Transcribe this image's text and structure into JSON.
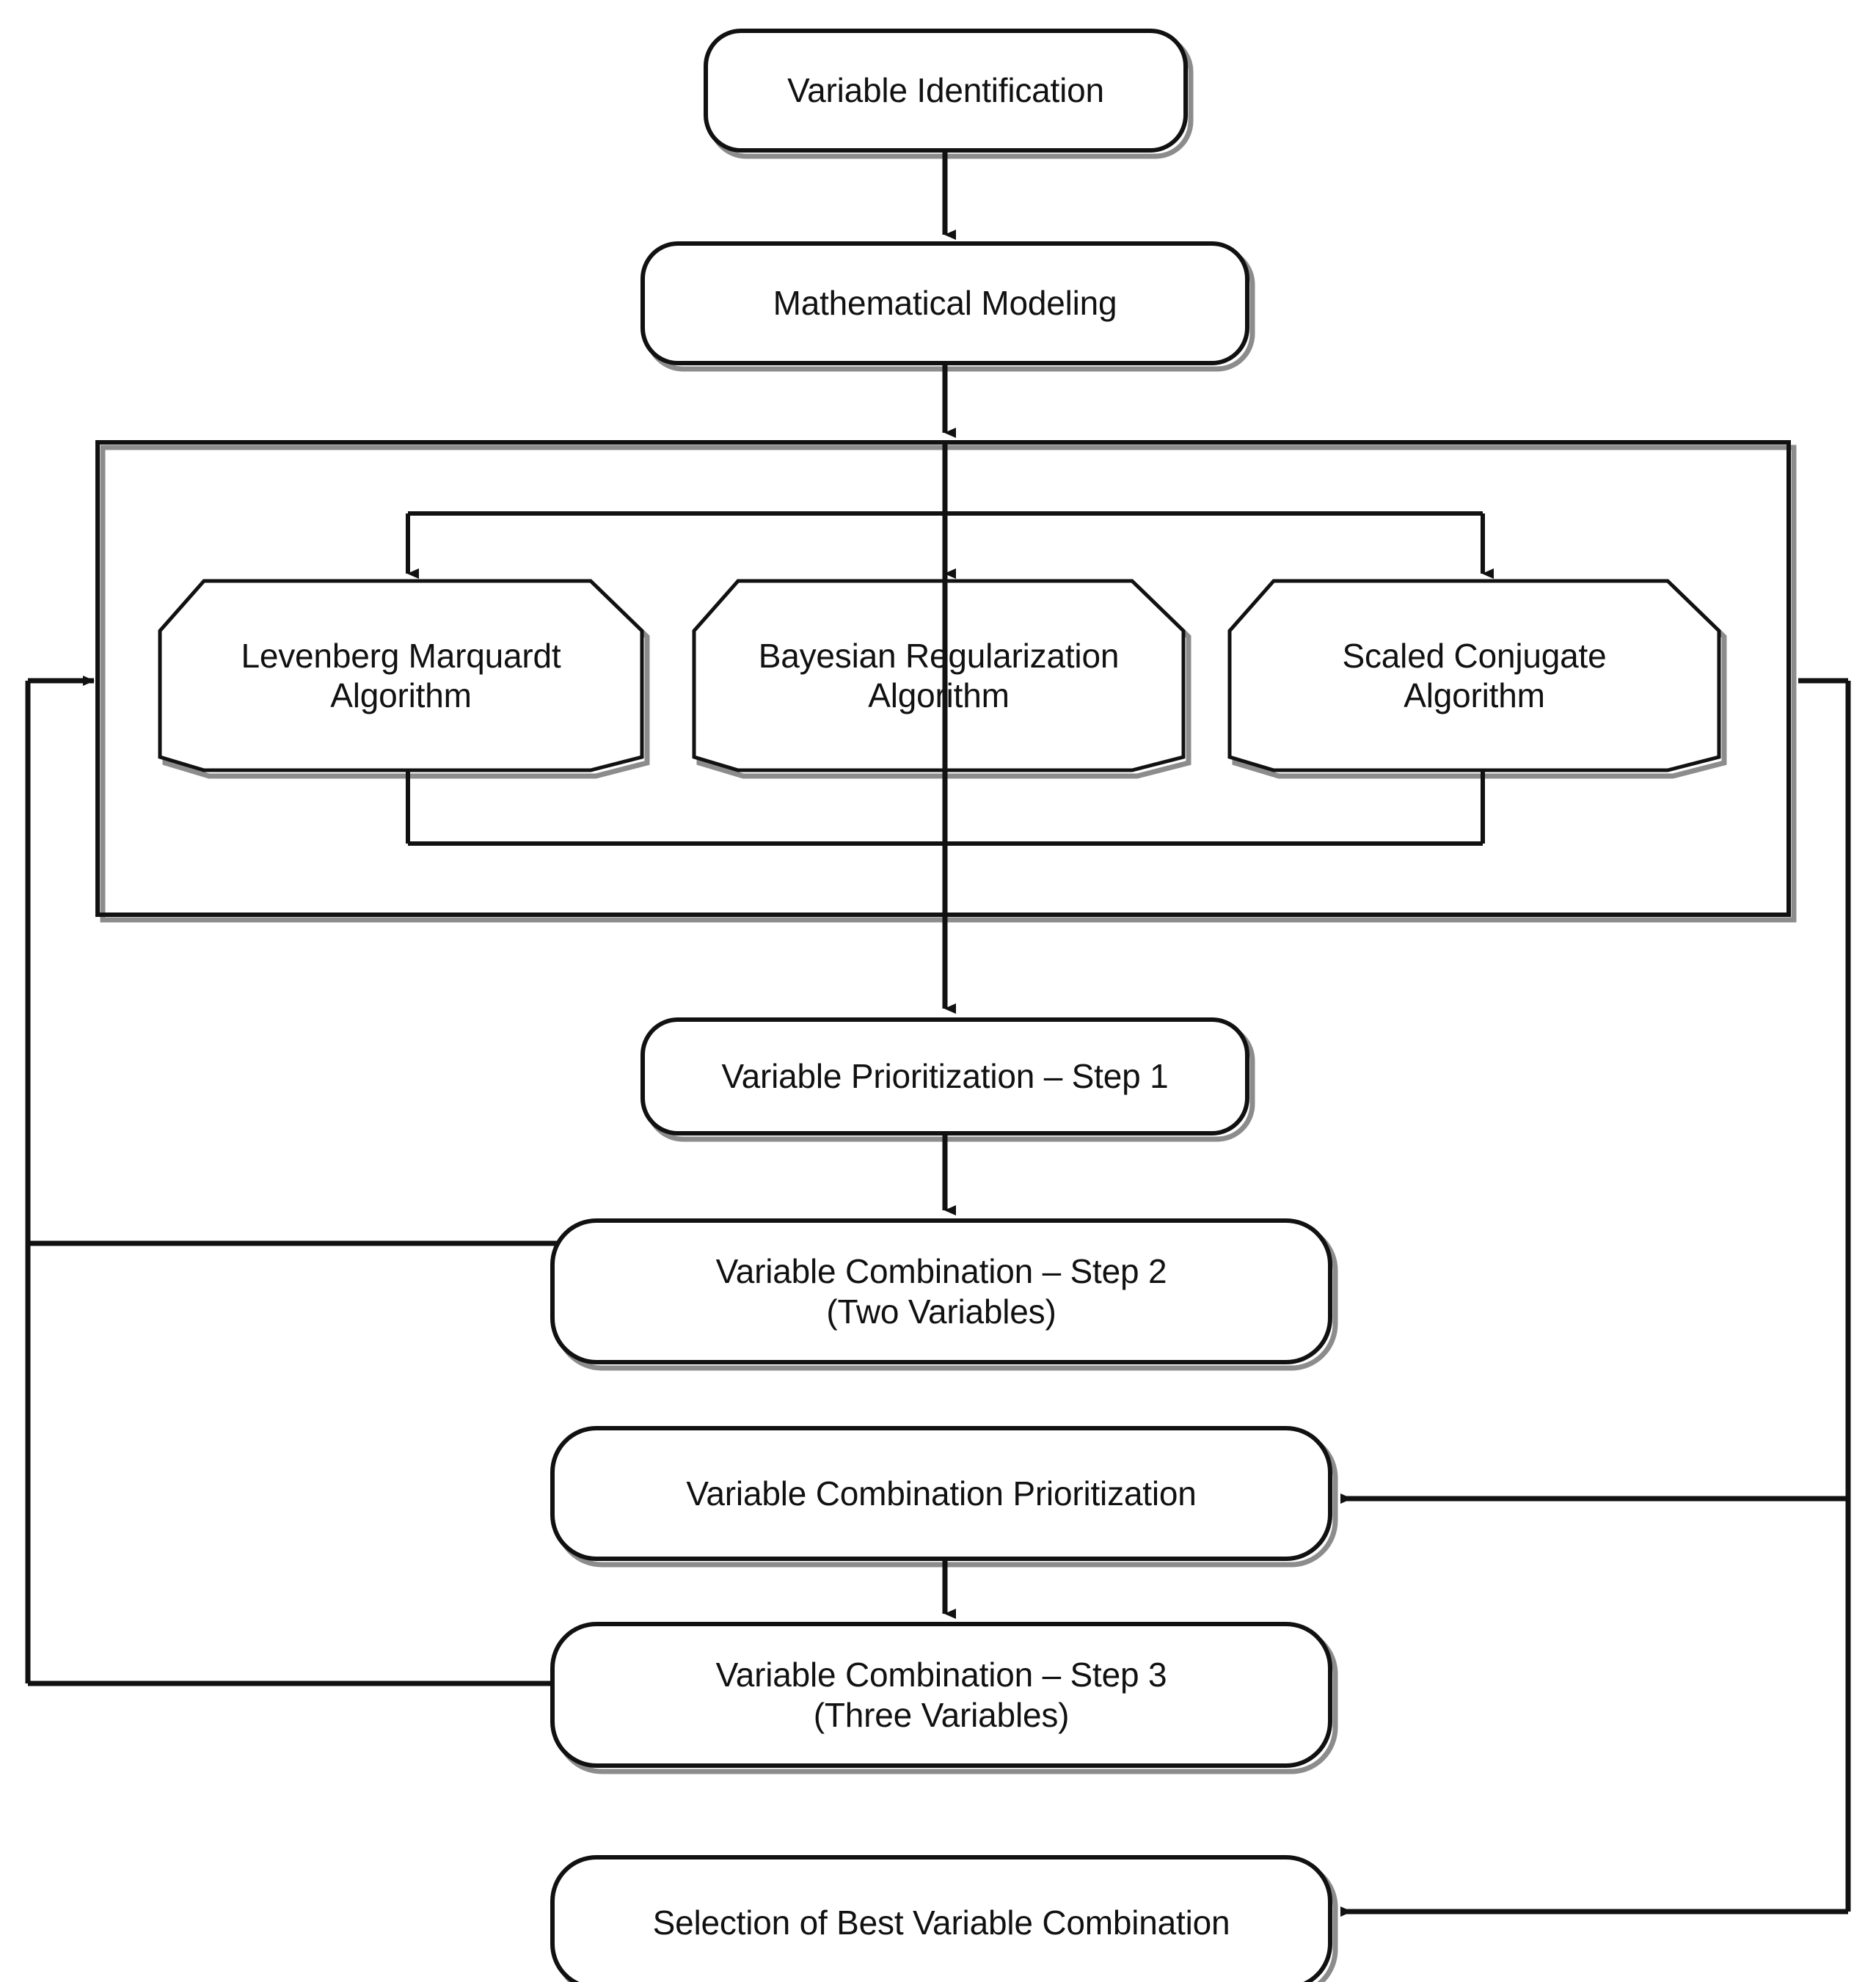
{
  "diagram": {
    "title": "Variable selection and combination workflow flowchart",
    "stroke_color": "#1a1a1a",
    "shadow_color": "#808080",
    "background": "#ffffff",
    "text_color": "#111111"
  },
  "nodes": {
    "variable_identification": {
      "label": "Variable Identification",
      "shape": "rounded-rectangle"
    },
    "mathematical_modeling": {
      "label": "Mathematical Modeling",
      "shape": "rounded-rectangle"
    },
    "levenberg_marquardt": {
      "label": "Levenberg Marquardt\nAlgorithm",
      "shape": "octagon"
    },
    "bayesian_regularization": {
      "label": "Bayesian Regularization\nAlgorithm",
      "shape": "octagon"
    },
    "scaled_conjugate": {
      "label": "Scaled Conjugate\nAlgorithm",
      "shape": "octagon"
    },
    "variable_prioritization_step1": {
      "label": "Variable Prioritization – Step 1",
      "shape": "rounded-rectangle"
    },
    "variable_combination_step2": {
      "label": "Variable Combination – Step 2\n(Two Variables)",
      "shape": "rounded-rectangle"
    },
    "variable_combination_prioritization": {
      "label": "Variable Combination  Prioritization",
      "shape": "rounded-rectangle"
    },
    "variable_combination_step3": {
      "label": "Variable Combination – Step 3\n(Three Variables)",
      "shape": "rounded-rectangle"
    },
    "selection_best_combination": {
      "label": "Selection of Best Variable Combination",
      "shape": "rounded-rectangle"
    }
  },
  "groups": {
    "algorithm_container": {
      "label": "",
      "shape": "rectangle"
    }
  },
  "edges": [
    {
      "name": "identification-to-modeling",
      "from": "variable_identification",
      "to": "mathematical_modeling",
      "arrow": true
    },
    {
      "name": "modeling-to-algorithms",
      "from": "mathematical_modeling",
      "to": "algorithm_container",
      "arrow": true
    },
    {
      "name": "branch-to-levenberg",
      "from": "modeling-branch",
      "to": "levenberg_marquardt",
      "arrow": true
    },
    {
      "name": "branch-to-bayesian",
      "from": "modeling-branch",
      "to": "bayesian_regularization",
      "arrow": true
    },
    {
      "name": "branch-to-scaled",
      "from": "modeling-branch",
      "to": "scaled_conjugate",
      "arrow": true
    },
    {
      "name": "algorithms-merge-to-prioritization",
      "from": "algorithm_container",
      "to": "variable_prioritization_step1",
      "arrow": true
    },
    {
      "name": "prioritization-to-combination-step2",
      "from": "variable_prioritization_step1",
      "to": "variable_combination_step2",
      "arrow": true
    },
    {
      "name": "step2-feedback-left-to-container",
      "from": "variable_combination_step2",
      "to": "algorithm_container",
      "arrow": true
    },
    {
      "name": "step3-feedback-left-to-container",
      "from": "variable_combination_step3",
      "to": "algorithm_container",
      "arrow": true
    },
    {
      "name": "container-right-to-combination-prioritization",
      "from": "algorithm_container",
      "to": "variable_combination_prioritization",
      "arrow": true
    },
    {
      "name": "combination-prioritization-to-step3",
      "from": "variable_combination_prioritization",
      "to": "variable_combination_step3",
      "arrow": true
    },
    {
      "name": "container-right-to-selection",
      "from": "algorithm_container",
      "to": "selection_best_combination",
      "arrow": true
    }
  ]
}
